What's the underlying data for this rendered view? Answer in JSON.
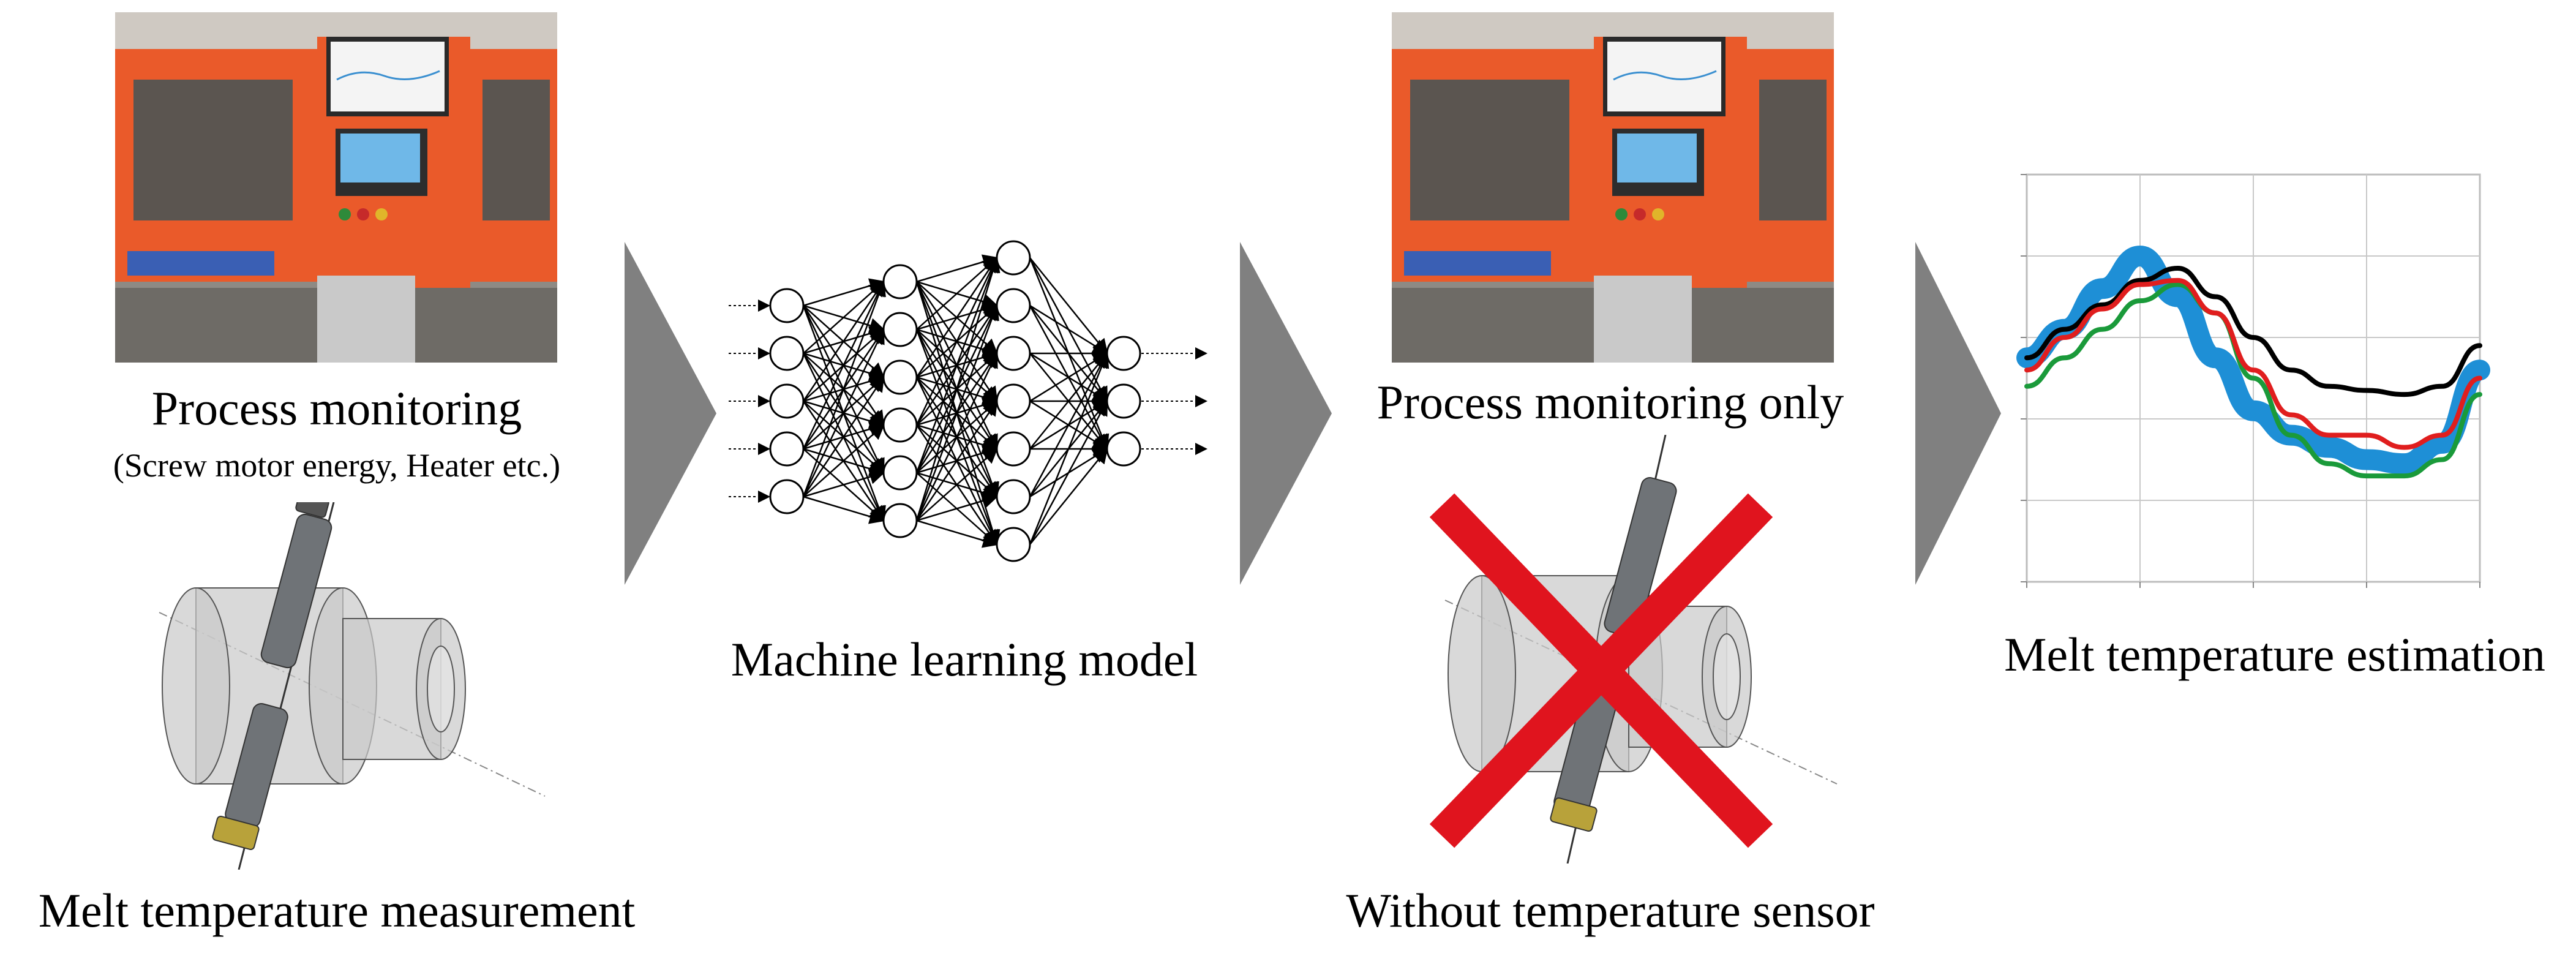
{
  "labels": {
    "process_monitoring": "Process monitoring",
    "process_monitoring_sub": "(Screw motor energy, Heater etc.)",
    "melt_temp_measurement": "Melt temperature measurement",
    "ml_model": "Machine learning model",
    "process_monitoring_only": "Process monitoring only",
    "without_sensor": "Without temperature sensor",
    "melt_temp_estimation": "Melt temperature estimation"
  },
  "colors": {
    "arrow": "#808080",
    "machine_orange": "#ea5a2a",
    "cross_red": "#e0141e",
    "curve_blue": "#1e8fd6",
    "curve_black": "#000000",
    "curve_green": "#1a9a3a",
    "curve_red": "#e01e1e"
  },
  "neural_network": {
    "layers": [
      5,
      6,
      7,
      3
    ]
  },
  "chart_data": {
    "type": "line",
    "x": [
      0,
      1,
      2,
      3,
      4,
      5,
      6,
      7,
      8,
      9,
      10,
      11,
      12
    ],
    "series": [
      {
        "color": "blue",
        "values": [
          0.55,
          0.62,
          0.72,
          0.8,
          0.7,
          0.55,
          0.42,
          0.36,
          0.33,
          0.3,
          0.29,
          0.34,
          0.52
        ]
      },
      {
        "color": "black",
        "values": [
          0.55,
          0.62,
          0.68,
          0.74,
          0.77,
          0.7,
          0.6,
          0.52,
          0.48,
          0.47,
          0.46,
          0.48,
          0.58
        ]
      },
      {
        "color": "green",
        "values": [
          0.48,
          0.55,
          0.62,
          0.69,
          0.73,
          0.66,
          0.5,
          0.36,
          0.29,
          0.26,
          0.26,
          0.3,
          0.46
        ]
      },
      {
        "color": "red",
        "values": [
          0.52,
          0.6,
          0.67,
          0.73,
          0.74,
          0.66,
          0.52,
          0.41,
          0.36,
          0.36,
          0.33,
          0.36,
          0.5
        ]
      }
    ],
    "grid": true,
    "legend": "none"
  }
}
